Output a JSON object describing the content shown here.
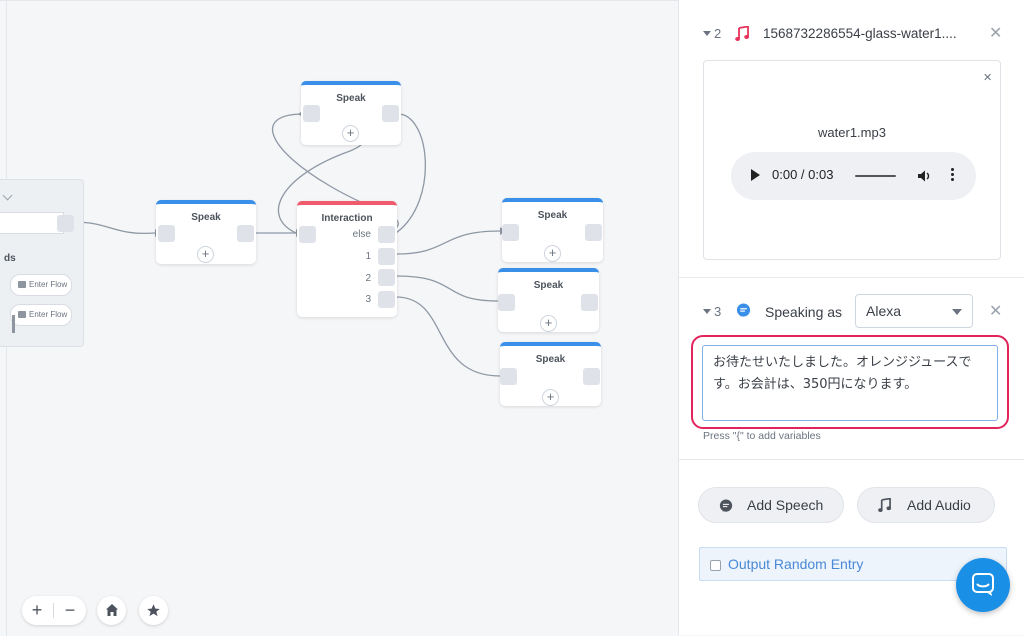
{
  "canvas": {
    "left_panel": {
      "label_fragment": "ds",
      "enter_flow_label": "Enter Flow"
    },
    "blocks": {
      "speak_title": "Speak",
      "interaction_title": "Interaction",
      "choices": [
        "else",
        "1",
        "2",
        "3"
      ]
    },
    "controls": {
      "zoom_in": "+",
      "zoom_out": "−"
    }
  },
  "panel": {
    "audio_item": {
      "index": "2",
      "filename": "1568732286554-glass-water1....",
      "player_file": "water1.mp3",
      "time": "0:00 / 0:03"
    },
    "speech_item": {
      "index": "3",
      "speaking_as_label": "Speaking as",
      "voice": "Alexa",
      "text": "お待たせいたしました。オレンジジュースです。お会計は、350円になります。",
      "hint": "Press \"{\" to add variables"
    },
    "buttons": {
      "add_speech": "Add Speech",
      "add_audio": "Add Audio"
    },
    "output_random": "Output Random Entry"
  },
  "colors": {
    "accent_blue": "#3a8fe8",
    "interaction_red": "#ef5b6d",
    "highlight_pink": "#e2245a",
    "music_icon_red": "#e8325a",
    "chat_fab": "#1a8fe6"
  }
}
